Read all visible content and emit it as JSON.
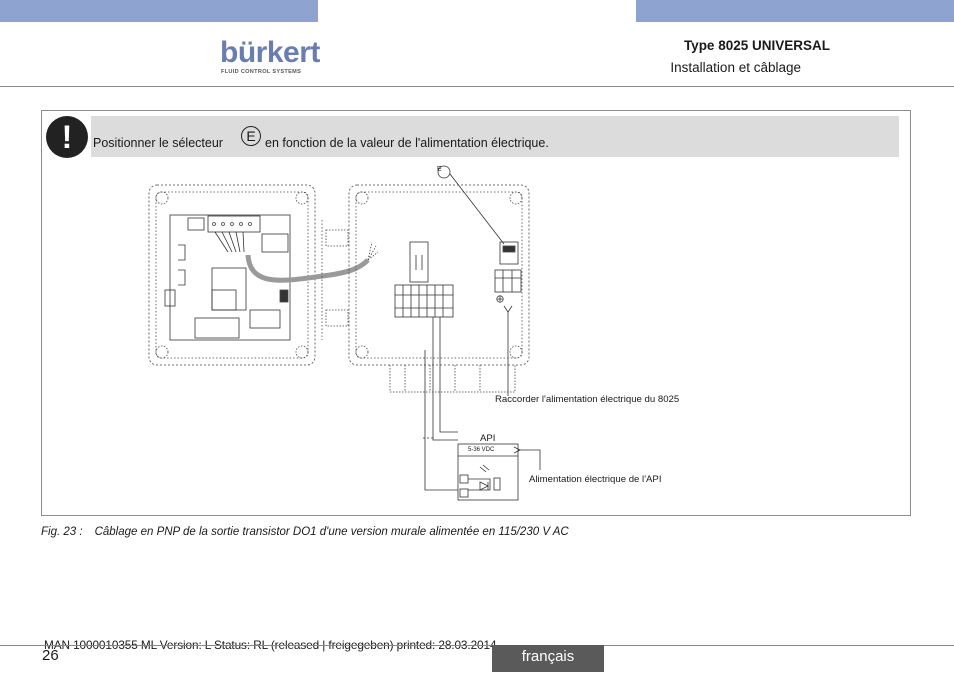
{
  "header": {
    "brand": "bürkert",
    "brand_tagline": "FLUID CONTROL SYSTEMS",
    "title": "Type 8025 UNIVERSAL",
    "subtitle": "Installation et câblage"
  },
  "warning": {
    "icon": "exclamation-icon",
    "icon_glyph": "!",
    "text_before": "Positionner le sélecteur",
    "selector_label": "E",
    "text_after": "en fonction de la valeur de l'alimentation électrique."
  },
  "diagram": {
    "selector_label": "E",
    "callout_power_8025": "Raccorder l'alimentation électrique du 8025",
    "plc_label": "API",
    "plc_voltage": "5-36 VDC",
    "callout_power_plc": "Alimentation électrique de l'API"
  },
  "caption": {
    "label": "Fig. 23 :",
    "text": "Câblage en PNP de la sortie transistor DO1 d'une version murale alimentée en 115/230 V AC"
  },
  "footer": {
    "meta": "MAN  1000010355  ML  Version: L Status: RL (released | freigegeben)  printed: 28.03.2014",
    "page_number": "26",
    "language": "français"
  },
  "colors": {
    "brand_blue": "#6a7db3",
    "top_bar": "#8ea3cf",
    "warning_band": "#dcdcdc",
    "language_tab": "#5a5a5a"
  }
}
